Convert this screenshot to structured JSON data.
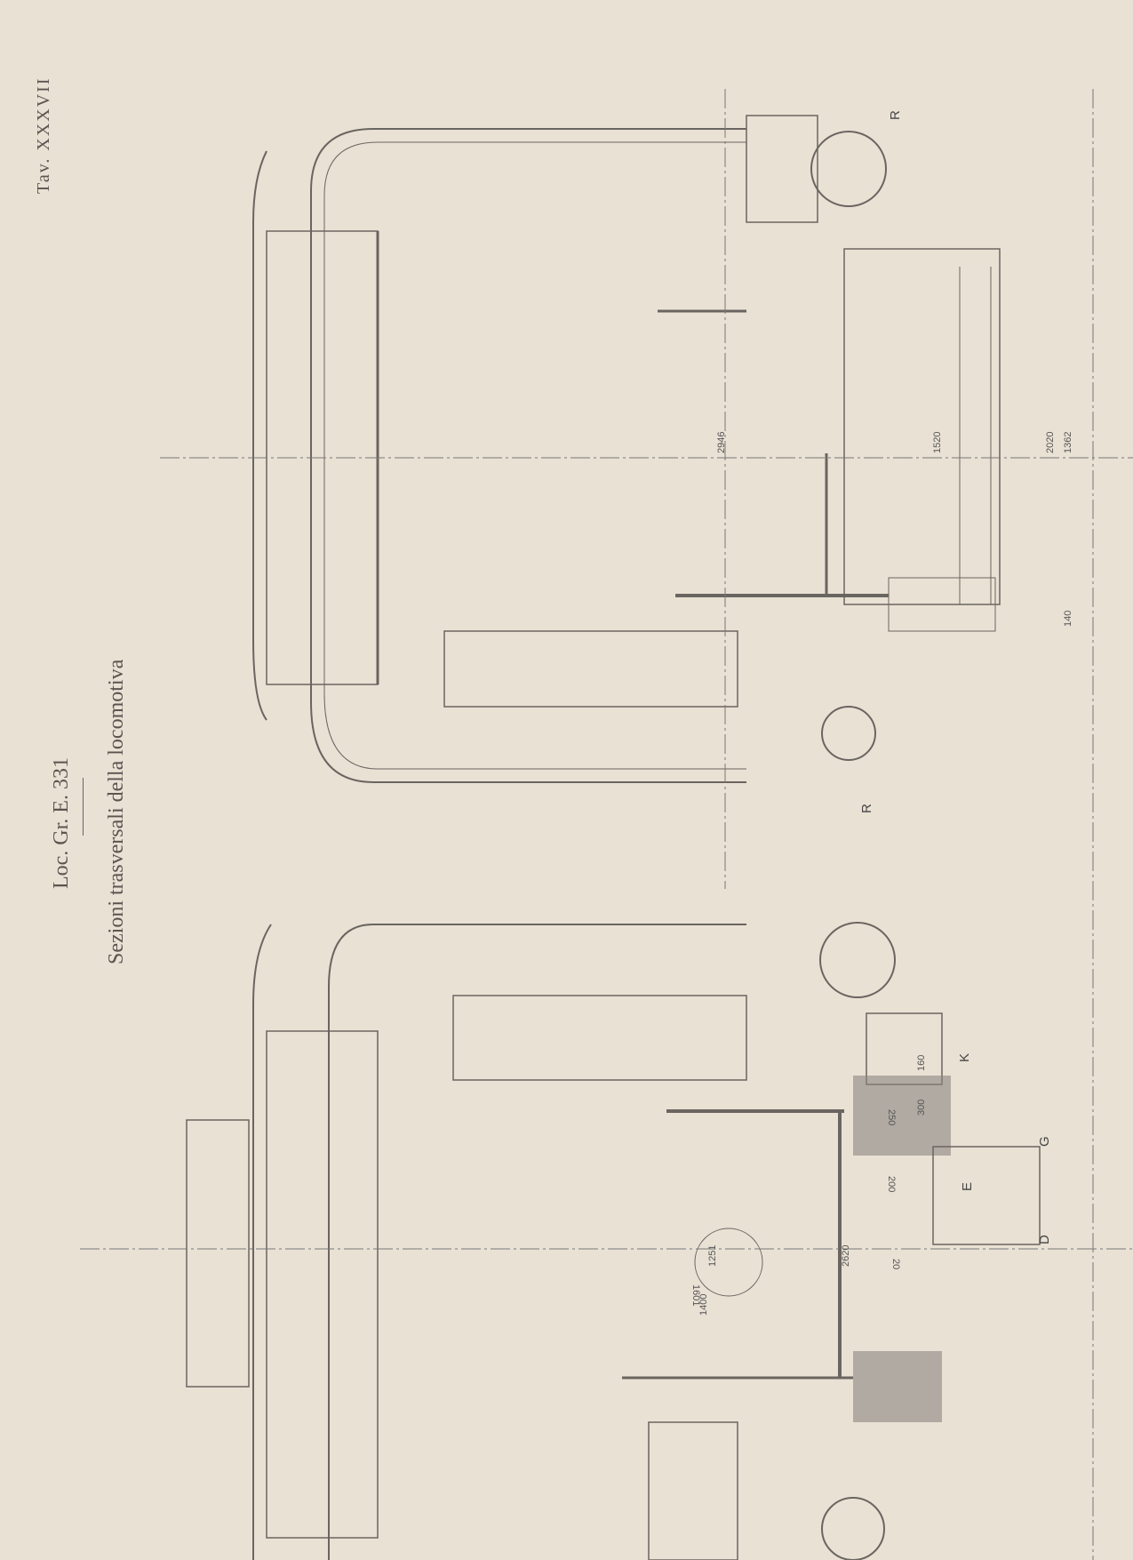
{
  "plate": "Tav. XXXVII",
  "title": "Loc. Gr. E. 331",
  "subtitle": "Sezioni trasversali della locomotiva",
  "section_top": {
    "dimensions": [
      "2946",
      "1520",
      "2020",
      "1362",
      "140"
    ],
    "labels": [
      "R",
      "R"
    ]
  },
  "section_bottom": {
    "dimensions": [
      "160",
      "300",
      "250",
      "200",
      "20",
      "2620",
      "1251",
      "1400",
      "1601"
    ],
    "labels": [
      "K",
      "G",
      "E",
      "D"
    ]
  },
  "colors": {
    "paper": "#e9e1d4",
    "ink": "#6a6560"
  }
}
